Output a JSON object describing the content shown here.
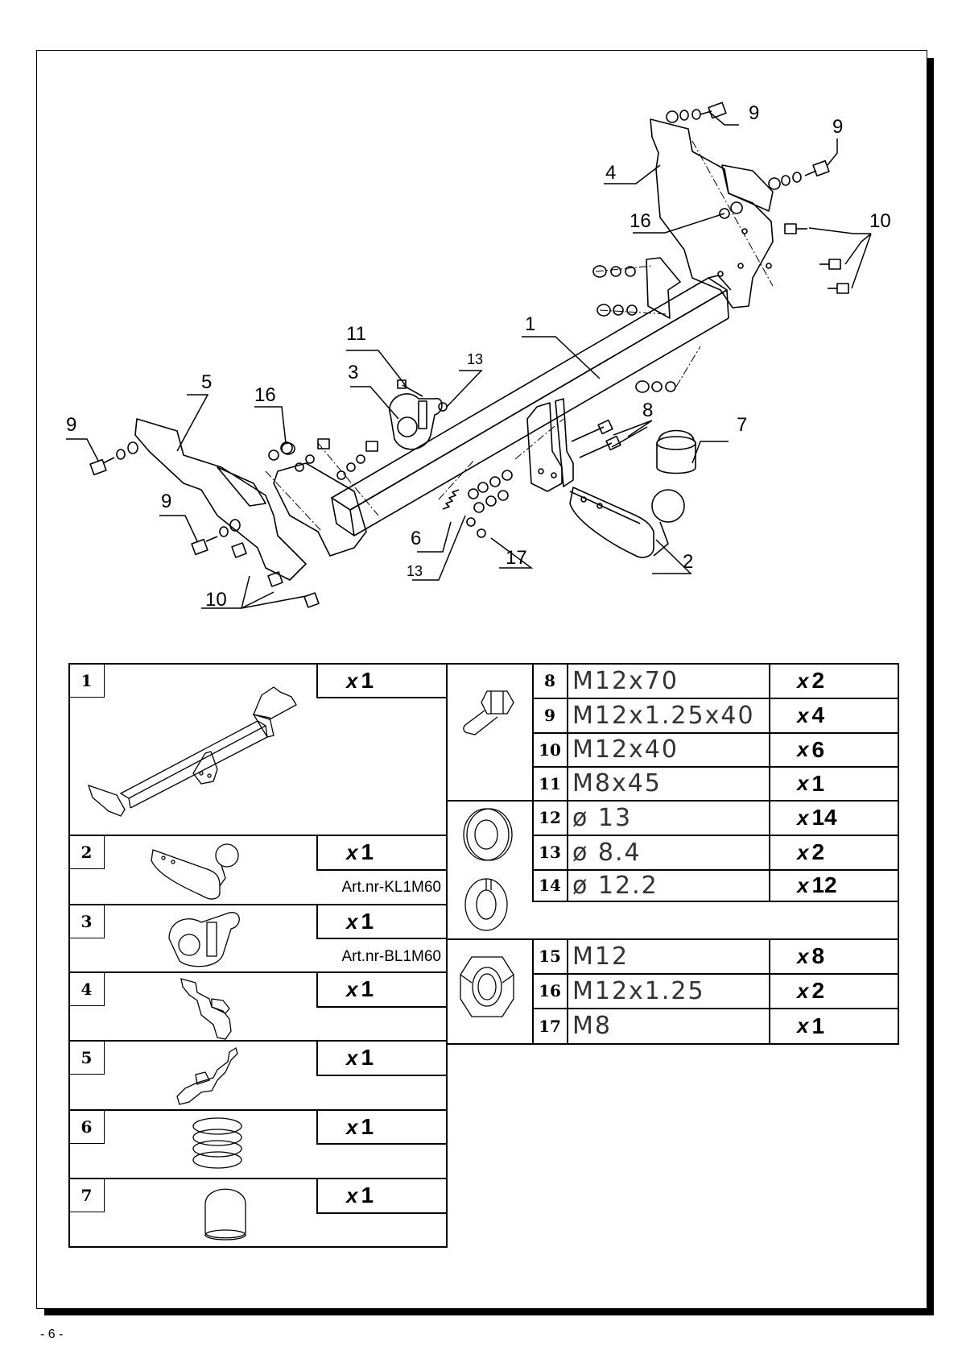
{
  "diagram": {
    "callouts": {
      "c1": "1",
      "c2": "2",
      "c3": "3",
      "c4": "4",
      "c5": "5",
      "c6": "6",
      "c7": "7",
      "c8": "8",
      "c9a": "9",
      "c9b": "9",
      "c9c": "9",
      "c9d": "9",
      "c10a": "10",
      "c10b": "10",
      "c11": "11",
      "c13a": "13",
      "c13b": "13",
      "c16a": "16",
      "c16b": "16",
      "c17": "17"
    }
  },
  "parts_left": [
    {
      "num": "1",
      "qty_prefix": "x",
      "qty": "1",
      "art": ""
    },
    {
      "num": "2",
      "qty_prefix": "x",
      "qty": "1",
      "art": "Art.nr-KL1M60"
    },
    {
      "num": "3",
      "qty_prefix": "x",
      "qty": "1",
      "art": "Art.nr-BL1M60"
    },
    {
      "num": "4",
      "qty_prefix": "x",
      "qty": "1",
      "art": ""
    },
    {
      "num": "5",
      "qty_prefix": "x",
      "qty": "1",
      "art": ""
    },
    {
      "num": "6",
      "qty_prefix": "x",
      "qty": "1",
      "art": ""
    },
    {
      "num": "7",
      "qty_prefix": "x",
      "qty": "1",
      "art": ""
    }
  ],
  "parts_right": [
    {
      "num": "8",
      "spec": "M12x70",
      "qty_prefix": "x",
      "qty": "2"
    },
    {
      "num": "9",
      "spec": "M12x1.25x40",
      "qty_prefix": "x",
      "qty": "4"
    },
    {
      "num": "10",
      "spec": "M12x40",
      "qty_prefix": "x",
      "qty": "6"
    },
    {
      "num": "11",
      "spec": "M8x45",
      "qty_prefix": "x",
      "qty": "1"
    },
    {
      "num": "12",
      "spec": "ø 13",
      "qty_prefix": "x",
      "qty": "14"
    },
    {
      "num": "13",
      "spec": "ø 8.4",
      "qty_prefix": "x",
      "qty": "2"
    },
    {
      "num": "14",
      "spec": "ø 12.2",
      "qty_prefix": "x",
      "qty": "12"
    },
    {
      "num": "15",
      "spec": "M12",
      "qty_prefix": "x",
      "qty": "8"
    },
    {
      "num": "16",
      "spec": "M12x1.25",
      "qty_prefix": "x",
      "qty": "2"
    },
    {
      "num": "17",
      "spec": "M8",
      "qty_prefix": "x",
      "qty": "1"
    }
  ],
  "footer": {
    "page": "- 6 -"
  }
}
